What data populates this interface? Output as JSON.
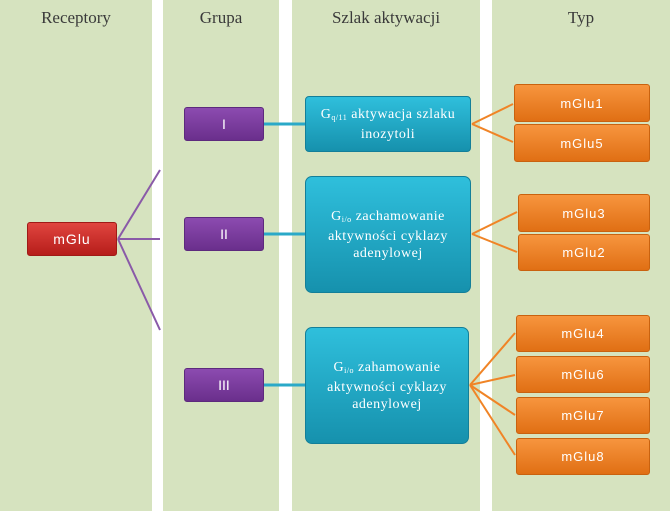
{
  "columns": {
    "receptory": "Receptory",
    "grupa": "Grupa",
    "szlak": "Szlak aktywacji",
    "typ": "Typ"
  },
  "receptor": {
    "label": "mGlu"
  },
  "groups": [
    {
      "label": "I"
    },
    {
      "label": "II"
    },
    {
      "label": "III"
    }
  ],
  "pathways": [
    {
      "g": "G",
      "sub": "q/11",
      "text1": " aktywacja szlaku",
      "text2": "inozytoli"
    },
    {
      "g": "G",
      "sub": "i/o",
      "text1": " zachamowanie",
      "text2": "aktywności cyklazy",
      "text3": "adenylowej"
    },
    {
      "g": "G",
      "sub": "i/o",
      "text1": " zahamowanie",
      "text2": "aktywności cyklazy",
      "text3": "adenylowej"
    }
  ],
  "types": [
    "mGlu1",
    "mGlu5",
    "mGlu3",
    "mGlu2",
    "mGlu4",
    "mGlu6",
    "mGlu7",
    "mGlu8"
  ],
  "colors": {
    "column_bg": "#d6e3bf",
    "receptor": "#c8282a",
    "group": "#7a3c9e",
    "pathway": "#1fa7c4",
    "type": "#f08426",
    "line_purple": "#8a5aa8",
    "line_teal": "#2aa9c8",
    "line_orange": "#f08426"
  }
}
